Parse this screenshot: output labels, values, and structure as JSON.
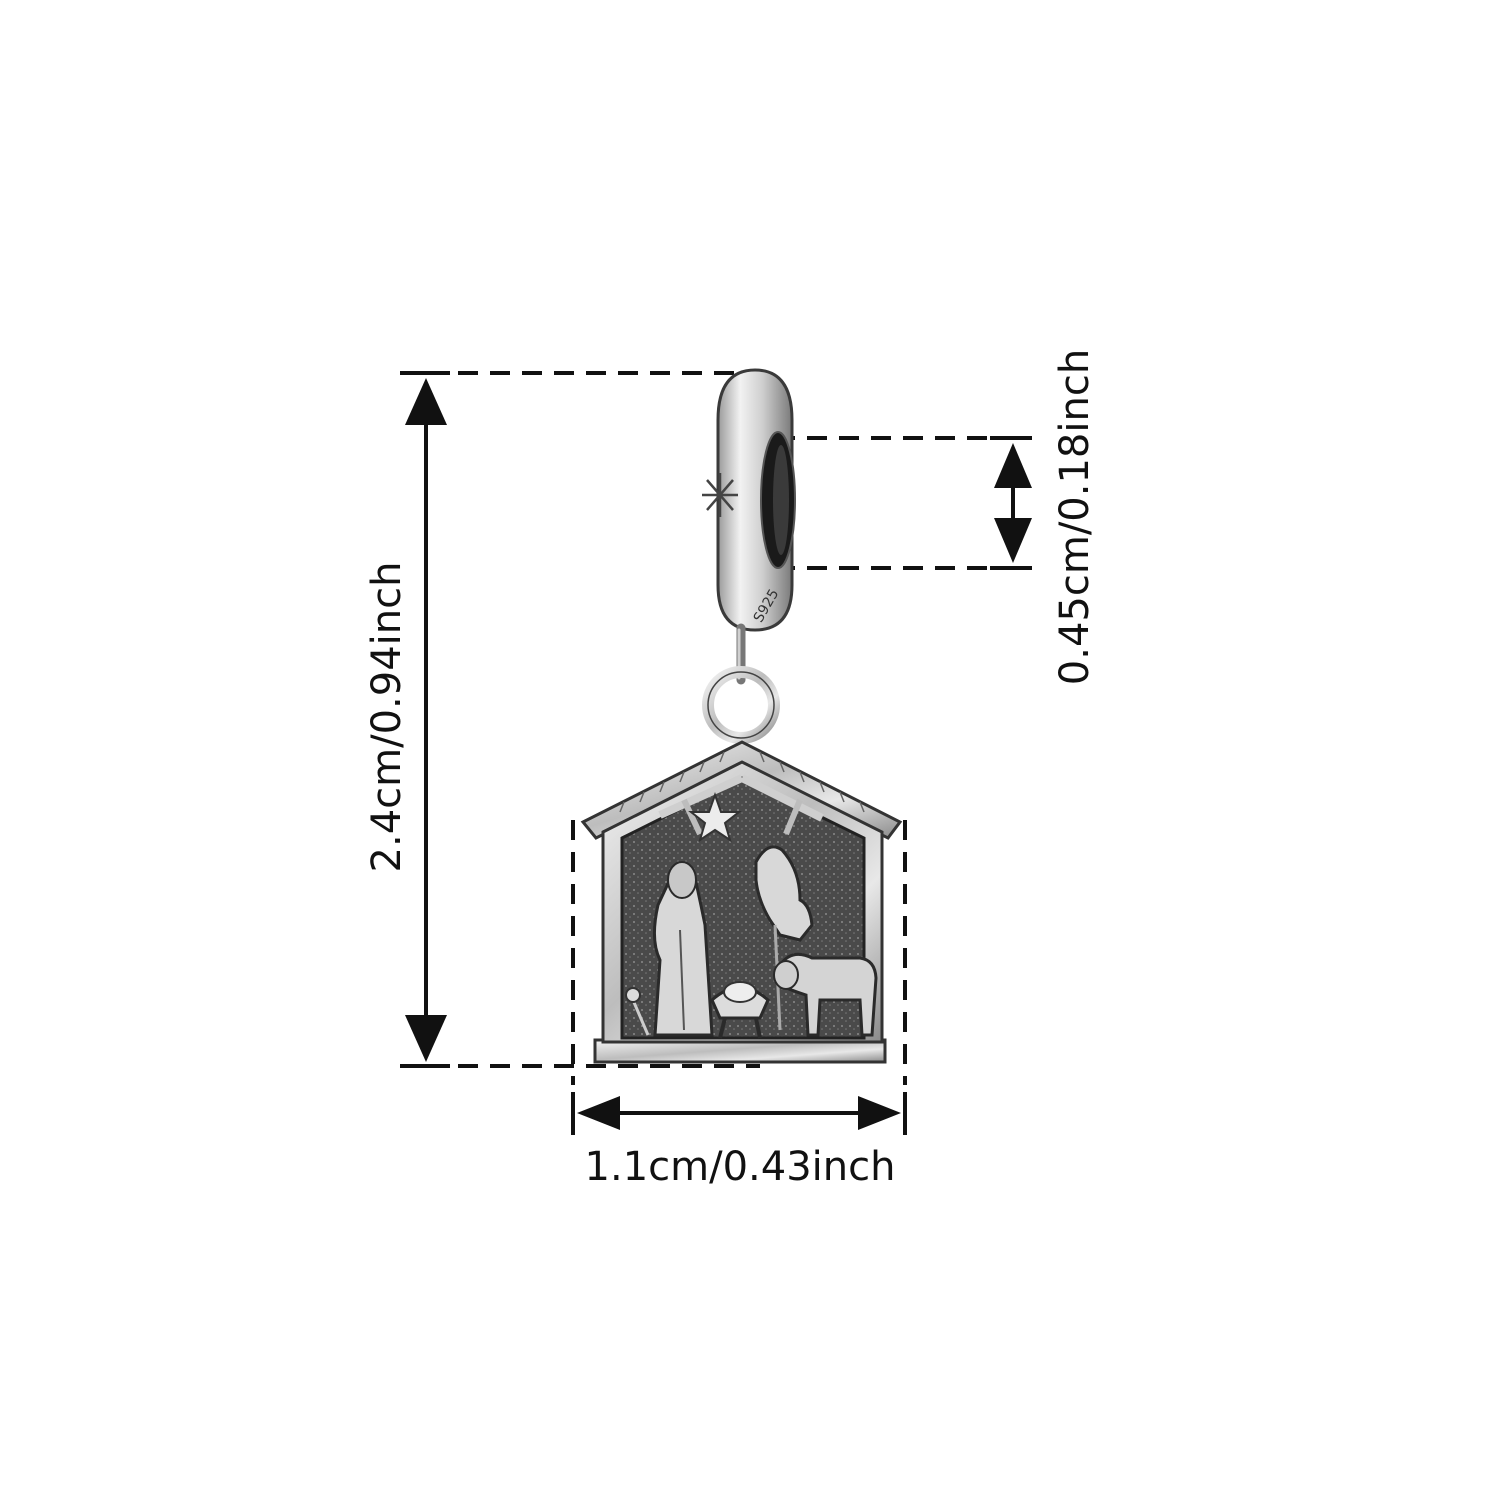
{
  "dimensions": {
    "height_label": "2.4cm/0.94inch",
    "width_label": "1.1cm/0.43inch",
    "hole_label": "0.45cm/0.18inch"
  },
  "product": {
    "bail_icon": "star-engraving-icon",
    "bail_stamp": "S925",
    "charm_icon": "nativity-stable-icon"
  },
  "colors": {
    "line": "#111111",
    "silver_light": "#e6e6e6",
    "silver_dark": "#3a3a3a"
  }
}
